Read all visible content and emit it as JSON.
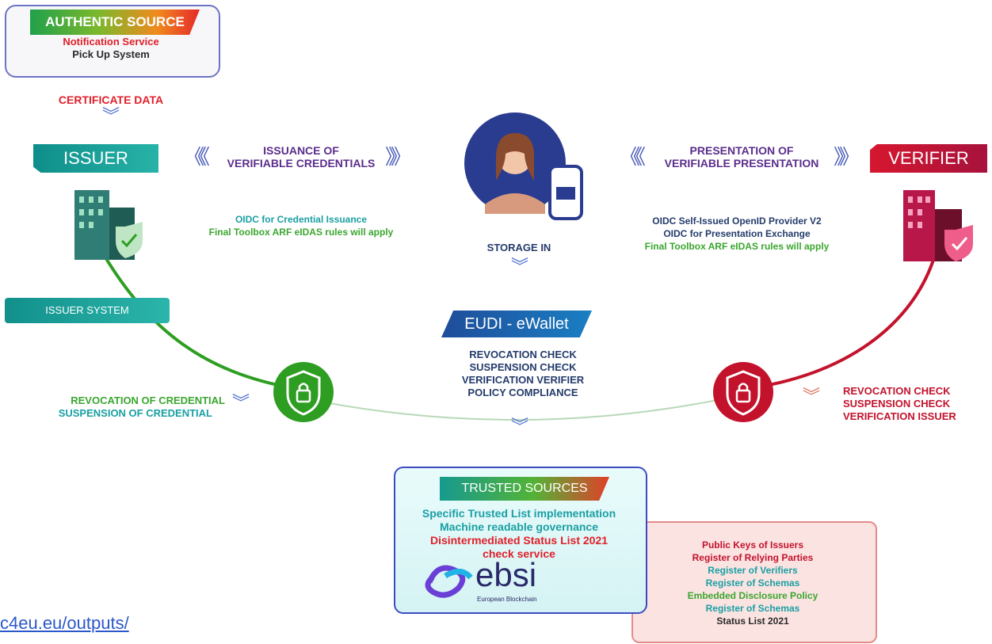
{
  "authentic_source": {
    "banner": "AUTHENTIC SOURCE",
    "line1": "Notification Service",
    "line2": "Pick Up System"
  },
  "certificate_data": "CERTIFICATE DATA",
  "issuer": {
    "banner": "ISSUER",
    "system": "ISSUER SYSTEM"
  },
  "issuance": {
    "line1": "ISSUANCE OF",
    "line2": "VERIFIABLE CREDENTIALS",
    "note1": "OIDC for Credential Issuance",
    "note2": "Final Toolbox ARF eIDAS rules will apply"
  },
  "presentation": {
    "line1": "PRESENTATION OF",
    "line2": "VERIFIABLE PRESENTATION",
    "note1": "OIDC Self-Issued OpenID Provider V2",
    "note2": "OIDC for Presentation Exchange",
    "note3": "Final Toolbox ARF eIDAS rules will apply"
  },
  "verifier": {
    "banner": "VERIFIER"
  },
  "storage": "STORAGE IN",
  "ewallet": "EUDI - eWallet",
  "wallet_checks": [
    "REVOCATION CHECK",
    "SUSPENSION CHECK",
    "VERIFICATION VERIFIER",
    "POLICY COMPLIANCE"
  ],
  "issuer_revocation": [
    "REVOCATION  OF CREDENTIAL",
    "SUSPENSION OF CREDENTIAL"
  ],
  "verifier_checks": [
    "REVOCATION CHECK",
    "SUSPENSION CHECK",
    "VERIFICATION ISSUER"
  ],
  "trusted": {
    "banner": "TRUSTED SOURCES",
    "line1": "Specific Trusted List implementation",
    "line2": "Machine readable governance",
    "line3": "Disintermediated Status List 2021",
    "line4": "check service",
    "logo_text": "ebsi",
    "logo_sub": "European Blockchain"
  },
  "registry": [
    "Public Keys of Issuers",
    "Register of Relying Parties",
    "Register of Verifiers",
    "Register of Schemas",
    "Embedded Disclosure Policy",
    "Register of Schemas",
    "Status List 2021"
  ],
  "url_fragment": "c4eu.eu/outputs/",
  "colors": {
    "issuer_green": "#2e9e22",
    "verifier_red": "#c3122c",
    "accent_blue": "#1f4c9a"
  }
}
